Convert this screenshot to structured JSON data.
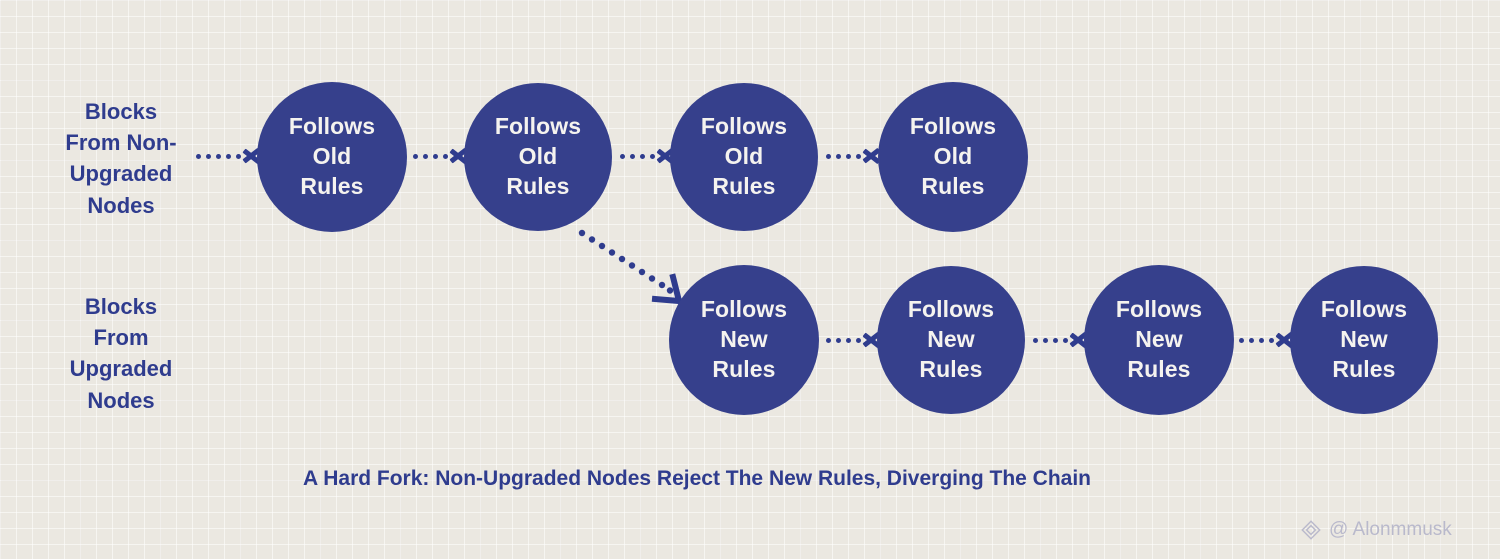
{
  "diagram": {
    "title_caption": "A Hard Fork: Non-Upgraded Nodes Reject The New Rules, Diverging The Chain",
    "colors": {
      "background": "#ebe8e1",
      "node_fill": "#36408c",
      "node_text": "#f5f3ef",
      "accent_blue": "#2f3c8e",
      "watermark": "#b7b7cb"
    },
    "rows": [
      {
        "id": "non-upgraded",
        "label": "Blocks\nFrom Non-\nUpgraded\nNodes",
        "nodes": [
          {
            "label": "Follows\nOld\nRules"
          },
          {
            "label": "Follows\nOld\nRules"
          },
          {
            "label": "Follows\nOld\nRules"
          },
          {
            "label": "Follows\nOld\nRules"
          }
        ]
      },
      {
        "id": "upgraded",
        "label": "Blocks\nFrom\nUpgraded\nNodes",
        "nodes": [
          {
            "label": "Follows\nNew\nRules"
          },
          {
            "label": "Follows\nNew\nRules"
          },
          {
            "label": "Follows\nNew\nRules"
          },
          {
            "label": "Follows\nNew\nRules"
          }
        ]
      }
    ],
    "arrows": {
      "entry_dots": 5,
      "chain_dots": 4,
      "fork_dots": 14
    }
  },
  "watermark": {
    "handle": "@ Alonmmusk",
    "icon": "diamond-logo-icon"
  }
}
